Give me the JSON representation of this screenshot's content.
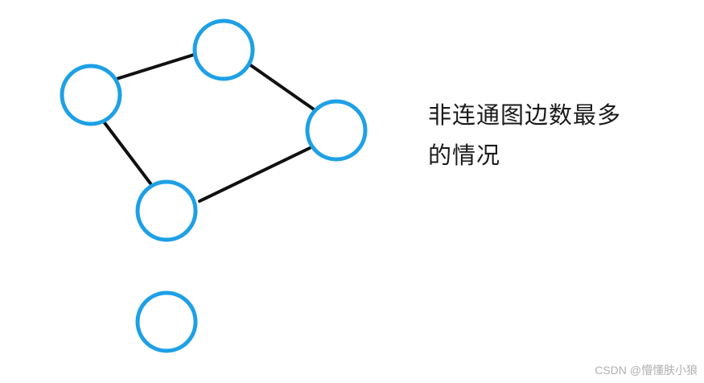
{
  "caption": {
    "line1": "非连通图边数最多",
    "line2": "的情况"
  },
  "watermark": "CSDN @懵懂肤小狼",
  "graph": {
    "node_color": "#1ea0e6",
    "edge_color": "#111111",
    "nodes": [
      "n1",
      "n2",
      "n3",
      "n4",
      "n5"
    ],
    "edges": [
      [
        "n1",
        "n2"
      ],
      [
        "n2",
        "n3"
      ],
      [
        "n3",
        "n4"
      ],
      [
        "n4",
        "n1"
      ]
    ]
  }
}
